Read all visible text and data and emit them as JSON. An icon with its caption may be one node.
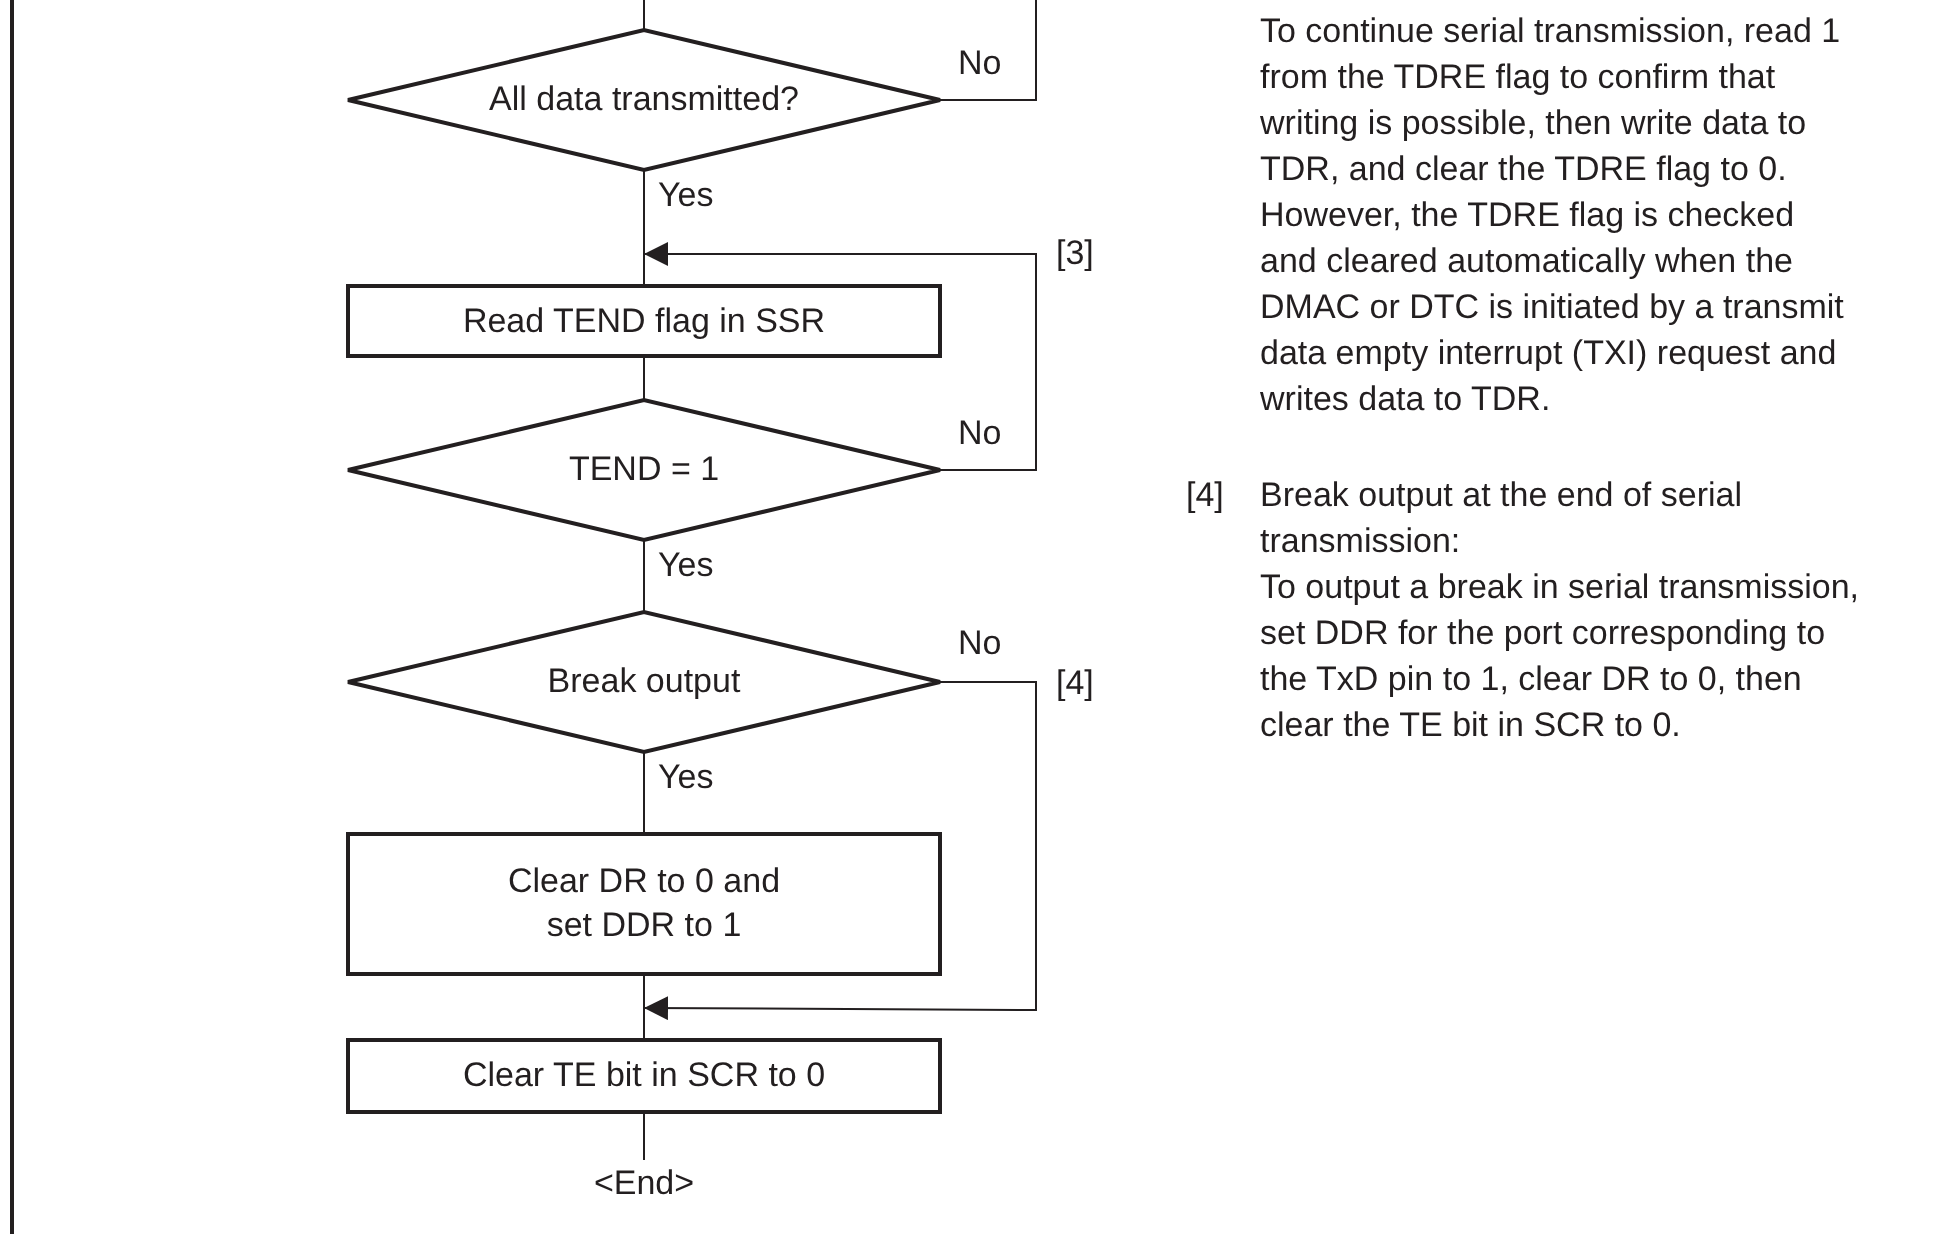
{
  "diagram": {
    "nodes": [
      {
        "text": [
          "All data transmitted?"
        ]
      },
      {
        "text": [
          "Read TEND flag in SSR"
        ]
      },
      {
        "text": [
          "TEND = 1"
        ]
      },
      {
        "text": [
          "Break output"
        ]
      },
      {
        "text": [
          "Clear DR to 0 and set DDR to 1"
        ]
      },
      {
        "text": [
          "Clear TE bit in SCR to 0"
        ]
      },
      {
        "text": [
          "<End>"
        ]
      }
    ],
    "edges": [
      {
        "from": null,
        "to": 0,
        "arrow": "none"
      },
      {
        "from": 0,
        "to": null,
        "arrow": "none",
        "label": "No"
      },
      {
        "from": 0,
        "to": 1,
        "arrow": "none",
        "label": "Yes"
      },
      {
        "from": 1,
        "to": 2,
        "arrow": "none"
      },
      {
        "from": 2,
        "to": 1,
        "arrow": "to",
        "label": "No"
      },
      {
        "from": 2,
        "to": 3,
        "arrow": "none",
        "label": "Yes"
      },
      {
        "from": 3,
        "to": 4,
        "arrow": "none",
        "label": "Yes"
      },
      {
        "from": 4,
        "to": 5,
        "arrow": "none"
      },
      {
        "from": 3,
        "to": 5,
        "arrow": "to",
        "label": "No"
      },
      {
        "from": 5,
        "to": 6,
        "arrow": "none"
      }
    ],
    "labels": [
      "[3]",
      "[4]",
      "To continue serial transmission, read 1 from the TDRE flag to confirm that writing is possible, then write data to TDR, and clear the TDRE flag to 0. However, the TDRE flag is checked and cleared automatically when the DMAC or DTC is initiated by a transmit data empty interrupt (TXI) request and writes data to TDR.",
      "[4]",
      "Break output at the end of serial transmission:",
      "To output a break in serial transmission, set DDR for the port corresponding to the TxD pin to 1, clear DR to 0, then clear the TE bit in SCR to 0."
    ]
  }
}
